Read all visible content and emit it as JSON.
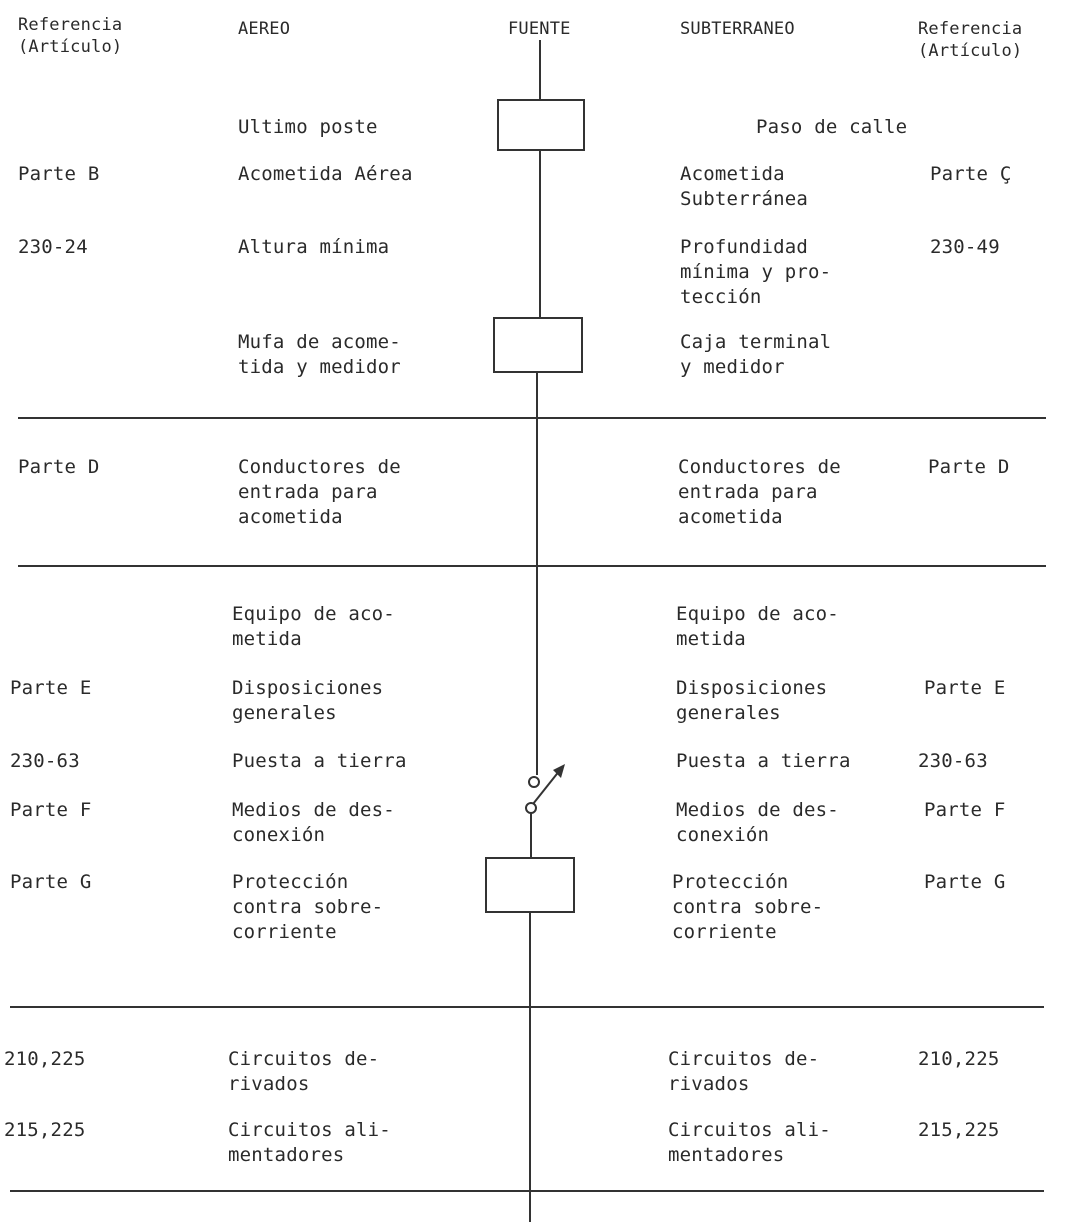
{
  "headers": {
    "ref_left": "Referencia\n(Artículo)",
    "aereo": "AEREO",
    "fuente": "FUENTE",
    "subterraneo": "SUBTERRANEO",
    "ref_right": "Referencia\n(Artículo)"
  },
  "rows": {
    "ultimo_poste": "Ultimo poste",
    "paso_calle": "Paso de calle",
    "ref_parte_b": "Parte B",
    "acometida_aerea": "Acometida Aérea",
    "acometida_subterranea": "Acometida\nSubterránea",
    "ref_parte_c": "Parte Ç",
    "ref_230_24": "230-24",
    "altura_minima": "Altura mínima",
    "profundidad_minima": "Profundidad\nmínima y pro-\ntección",
    "ref_230_49": "230-49",
    "mufa": "Mufa de acome-\ntida y medidor",
    "caja_terminal": "Caja terminal\ny medidor",
    "ref_parte_d_left": "Parte D",
    "conductores_left": "Conductores de\nentrada para\nacometida",
    "conductores_right": "Conductores de\nentrada para\nacometida",
    "ref_parte_d_right": "Parte D",
    "equipo_left": "Equipo de aco-\nmetida",
    "equipo_right": "Equipo de aco-\nmetida",
    "ref_parte_e_left": "Parte E",
    "disposiciones_left": "Disposiciones\ngenerales",
    "disposiciones_right": "Disposiciones\ngenerales",
    "ref_parte_e_right": "Parte E",
    "ref_230_63_left": "230-63",
    "puesta_tierra_left": "Puesta a tierra",
    "puesta_tierra_right": "Puesta a tierra",
    "ref_230_63_right": "230-63",
    "ref_parte_f_left": "Parte F",
    "medios_left": "Medios de des-\nconexión",
    "medios_right": "Medios de des-\nconexión",
    "ref_parte_f_right": "Parte F",
    "ref_parte_g_left": "Parte G",
    "proteccion_left": "Protección\ncontra sobre-\ncorriente",
    "proteccion_right": "Protección\ncontra sobre-\ncorriente",
    "ref_parte_g_right": "Parte G",
    "ref_210_225_left": "210,225",
    "circuitos_derivados_left": "Circuitos de-\nrivados",
    "circuitos_derivados_right": "Circuitos de-\nrivados",
    "ref_210_225_right": "210,225",
    "ref_215_225_left": "215,225",
    "circuitos_alimentadores_left": "Circuitos ali-\nmentadores",
    "circuitos_alimentadores_right": "Circuitos ali-\nmentadores",
    "ref_215_225_right": "215,225"
  }
}
